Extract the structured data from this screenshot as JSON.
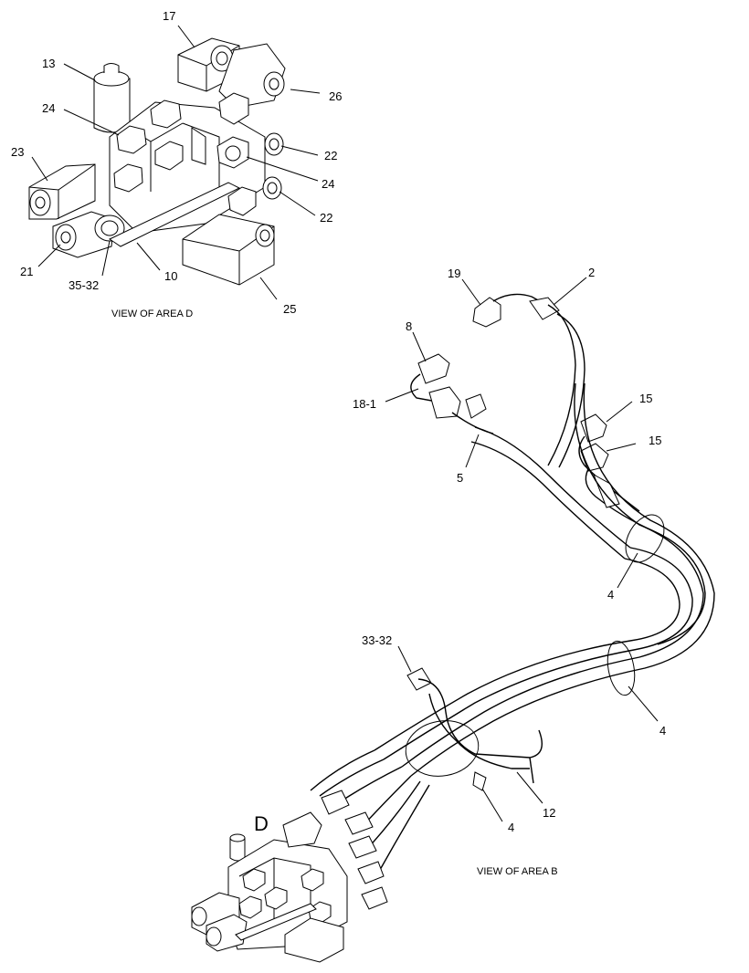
{
  "view_d": {
    "caption": "VIEW OF AREA D",
    "labels": {
      "c17": "17",
      "c13": "13",
      "c26": "26",
      "c24a": "24",
      "c23": "23",
      "c22a": "22",
      "c24b": "24",
      "c22b": "22",
      "c21": "21",
      "c35_32": "35-32",
      "c10": "10",
      "c25": "25"
    }
  },
  "view_b": {
    "caption": "VIEW OF AREA B",
    "area_marker": "D",
    "labels": {
      "c19": "19",
      "c2": "2",
      "c8": "8",
      "c18_1": "18-1",
      "c15a": "15",
      "c15b": "15",
      "c5": "5",
      "c4a": "4",
      "c33_32": "33-32",
      "c4b": "4",
      "c12": "12",
      "c4c": "4"
    }
  }
}
